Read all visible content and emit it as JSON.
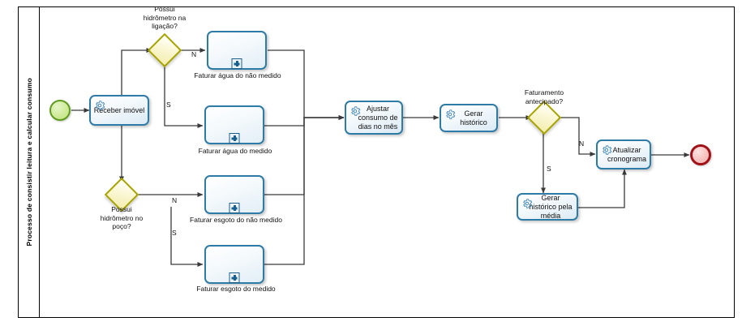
{
  "pool": {
    "label": "Processo de consistir leitura e calcular consumo"
  },
  "events": [
    {
      "id": "start",
      "name": "start-event",
      "type": "start",
      "label": ""
    },
    {
      "id": "end",
      "name": "end-event",
      "type": "end",
      "label": ""
    }
  ],
  "tasks": [
    {
      "id": "receber_imovel",
      "label": "Receber imóvel",
      "icon": "gear-icon"
    },
    {
      "id": "ajustar_consumo",
      "label": "Ajustar consumo de dias no mês",
      "icon": "gear-icon"
    },
    {
      "id": "gerar_historico",
      "label": "Gerar histórico",
      "icon": "gear-icon"
    },
    {
      "id": "gerar_historico_media",
      "label": "Gerar histórico pela média",
      "icon": "gear-icon"
    },
    {
      "id": "atualizar_cronograma",
      "label": "Atualizar cronograma",
      "icon": "gear-icon"
    }
  ],
  "subprocesses": [
    {
      "id": "faturar_agua_nao_medido",
      "caption": "Faturar água do não medido",
      "marker": "plus-collapsed-marker"
    },
    {
      "id": "faturar_agua_medido",
      "caption": "Faturar água do medido",
      "marker": "plus-collapsed-marker"
    },
    {
      "id": "faturar_esgoto_nao_medido",
      "caption": "Faturar esgoto do não medido",
      "marker": "plus-collapsed-marker"
    },
    {
      "id": "faturar_esgoto_medido",
      "caption": "Faturar esgoto do medido",
      "marker": "plus-collapsed-marker"
    }
  ],
  "gateways": [
    {
      "id": "gw_hidrometro_ligacao",
      "caption": "Possui\nhidrômetro na\nligação?"
    },
    {
      "id": "gw_hidrometro_poco",
      "caption": "Possui\nhidrômetro no\npoço?"
    },
    {
      "id": "gw_faturamento_antecipado",
      "caption": "Faturamento\nantecipado?"
    }
  ],
  "flow_labels": [
    {
      "id": "gw1_n",
      "text": "N"
    },
    {
      "id": "gw1_s",
      "text": "S"
    },
    {
      "id": "gw2_n",
      "text": "N"
    },
    {
      "id": "gw2_s",
      "text": "S"
    },
    {
      "id": "gw3_n",
      "text": "N"
    },
    {
      "id": "gw3_s",
      "text": "S"
    }
  ],
  "colors": {
    "task_border": "#2e7ba6",
    "task_fill": "#dceaf4",
    "gateway_border": "#a8a400",
    "gateway_fill": "#f3edae",
    "start_event": "#5f9b1f",
    "end_event": "#a01118",
    "connector": "#3a3a3a",
    "pool_border": "#000000"
  }
}
